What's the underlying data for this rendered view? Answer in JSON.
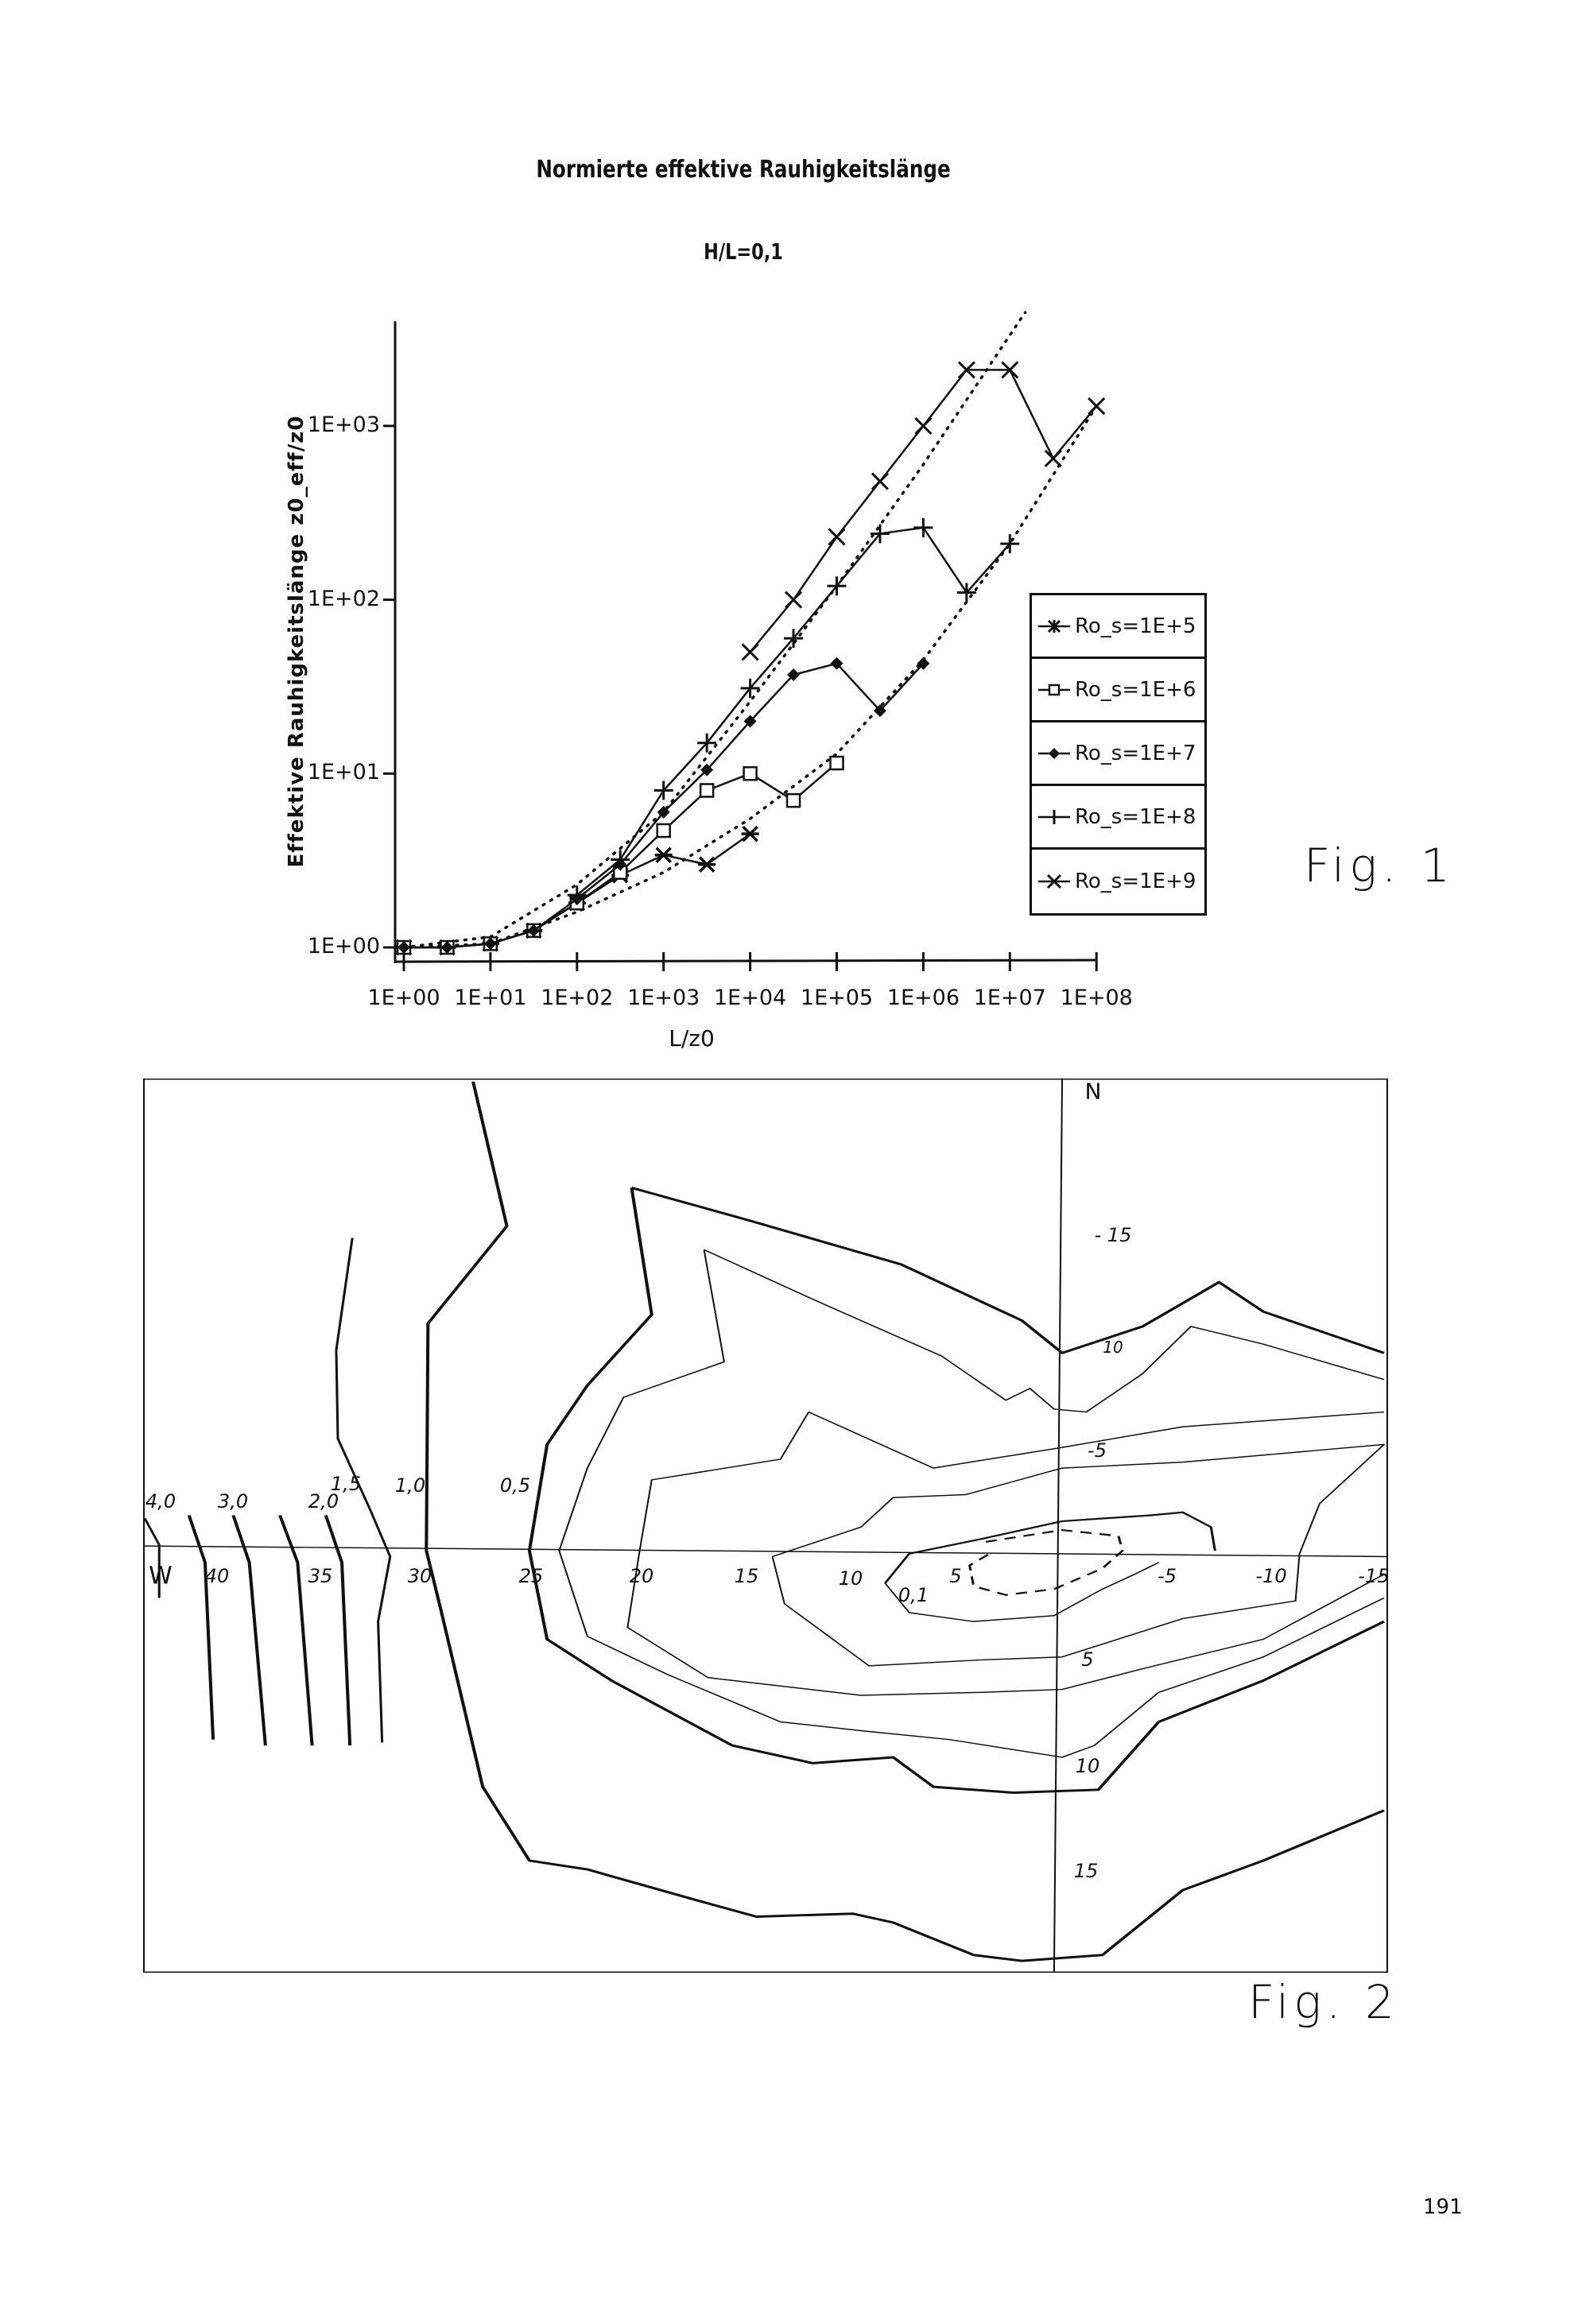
{
  "chart_data": {
    "type": "line",
    "title": "Normierte effektive Rauhigkeitslänge",
    "subtitle": "H/L=0,1",
    "xlabel": "L/z0",
    "ylabel": "Effektive Rauhigkeitslänge z0_eff/z0",
    "xscale": "log",
    "yscale": "log",
    "xlim": [
      1,
      100000000
    ],
    "ylim": [
      1,
      4000
    ],
    "xticks": [
      "1E+00",
      "1E+01",
      "1E+02",
      "1E+03",
      "1E+04",
      "1E+05",
      "1E+06",
      "1E+07",
      "1E+08"
    ],
    "yticks": [
      "1E+00",
      "1E+01",
      "1E+02",
      "1E+03"
    ],
    "legend_position": "right",
    "series": [
      {
        "name": "Ro_s=1E+5",
        "marker": "asterisk",
        "x": [
          1,
          3.16,
          10,
          31.6,
          100,
          316,
          1000,
          3162,
          10000
        ],
        "y": [
          1,
          1,
          1.05,
          1.25,
          1.8,
          2.6,
          3.4,
          3.0,
          4.5
        ]
      },
      {
        "name": "Ro_s=1E+6",
        "marker": "square",
        "x": [
          1,
          3.16,
          10,
          31.6,
          100,
          316,
          1000,
          3162,
          10000,
          31623,
          100000
        ],
        "y": [
          1,
          1,
          1.05,
          1.25,
          1.8,
          2.7,
          4.7,
          8,
          10,
          7,
          11.5
        ]
      },
      {
        "name": "Ro_s=1E+7",
        "marker": "diamond",
        "x": [
          1,
          3.16,
          10,
          31.6,
          100,
          316,
          1000,
          3162,
          10000,
          31623,
          100000,
          316228,
          1000000
        ],
        "y": [
          1,
          1,
          1.05,
          1.25,
          1.9,
          3.0,
          6,
          10.5,
          20,
          37,
          43,
          23,
          43
        ]
      },
      {
        "name": "Ro_s=1E+8",
        "marker": "plus",
        "x": [
          100,
          316,
          1000,
          3162,
          10000,
          31623,
          100000,
          316228,
          1000000,
          3162278,
          10000000
        ],
        "y": [
          2,
          3.2,
          8,
          15,
          31,
          60,
          120,
          240,
          260,
          110,
          210
        ]
      },
      {
        "name": "Ro_s=1E+9",
        "marker": "x",
        "x": [
          10000,
          31623,
          100000,
          316228,
          1000000,
          3162278,
          10000000,
          31622777,
          100000000
        ],
        "y": [
          50,
          100,
          230,
          480,
          1000,
          2100,
          2100,
          650,
          1300
        ]
      }
    ],
    "reference_curves": [
      {
        "style": "dotted",
        "x": [
          1,
          10,
          100,
          1000,
          10000,
          100000,
          1000000,
          15000000
        ],
        "y": [
          1,
          1.15,
          2.3,
          6,
          26,
          120,
          600,
          4500
        ]
      },
      {
        "style": "dotted",
        "x": [
          1,
          10,
          100,
          1000,
          10000,
          100000,
          1000000,
          10000000,
          100000000
        ],
        "y": [
          1,
          1.05,
          1.6,
          2.7,
          5.5,
          13,
          45,
          210,
          1300
        ]
      }
    ]
  },
  "figures": {
    "fig1_label": "Fig. 1",
    "fig2_label": "Fig. 2"
  },
  "map": {
    "north_label": "N",
    "west_label": "W",
    "axis_x_labels": [
      "40",
      "35",
      "30",
      "25",
      "20",
      "15",
      "10",
      "5",
      "-5",
      "-10",
      "-15"
    ],
    "axis_y_labels": [
      "- 15",
      "10",
      "-5",
      "5",
      "10",
      "15"
    ],
    "contour_labels": [
      "4,0",
      "3,0",
      "2,0",
      "1,5",
      "1,0",
      "0,5",
      "0,1"
    ]
  },
  "page_number": "191"
}
